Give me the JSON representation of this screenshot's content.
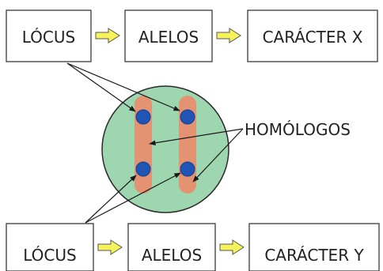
{
  "top_row": {
    "locus_label": "LÓCUS",
    "alleles_label": "ALELOS",
    "character_label": "CARÁCTER X"
  },
  "bottom_row": {
    "locus_label": "LÓCUS",
    "alleles_label": "ALELOS",
    "character_label": "CARÁCTER Y"
  },
  "homologs_label": "HOMÓLOGOS",
  "colors": {
    "cell_fill": "#9ed6b0",
    "chromosome_fill": "#e39272",
    "locus_dot_fill": "#1f55b5",
    "flow_arrow_fill": "#f6f25a",
    "box_stroke": "#3a3a3a"
  }
}
